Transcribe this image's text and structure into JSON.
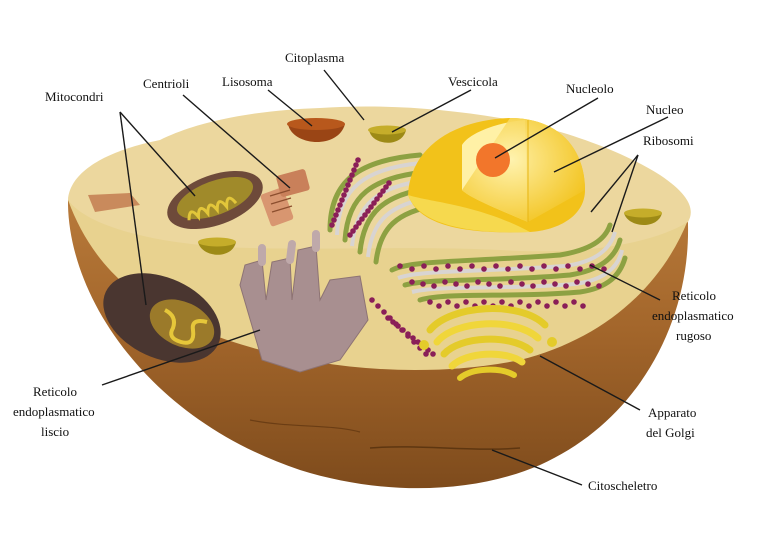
{
  "labels": {
    "mitocondri": "Mitocondri",
    "centrioli": "Centrioli",
    "lisosoma": "Lisosoma",
    "citoplasma": "Citoplasma",
    "vescicola": "Vescicola",
    "nucleolo": "Nucleolo",
    "nucleo": "Nucleo",
    "ribosomi": "Ribosomi",
    "reticolo_ruvido": [
      "Reticolo",
      "endoplasmatico",
      "rugoso"
    ],
    "reticolo_liscio": [
      "Reticolo",
      "endoplasmatico",
      "liscio"
    ],
    "golgi": [
      "Apparato",
      "del Golgi"
    ],
    "citoscheletro": "Citoscheletro"
  },
  "colors": {
    "cell_top": "#ead59a",
    "cell_body": "#a2652a",
    "nucleus": "#f7cd18",
    "nucleolus": "#f2762b",
    "er_green": "#8da142",
    "ribosome": "#8a1f58",
    "smooth_er": "#a58e8e"
  }
}
